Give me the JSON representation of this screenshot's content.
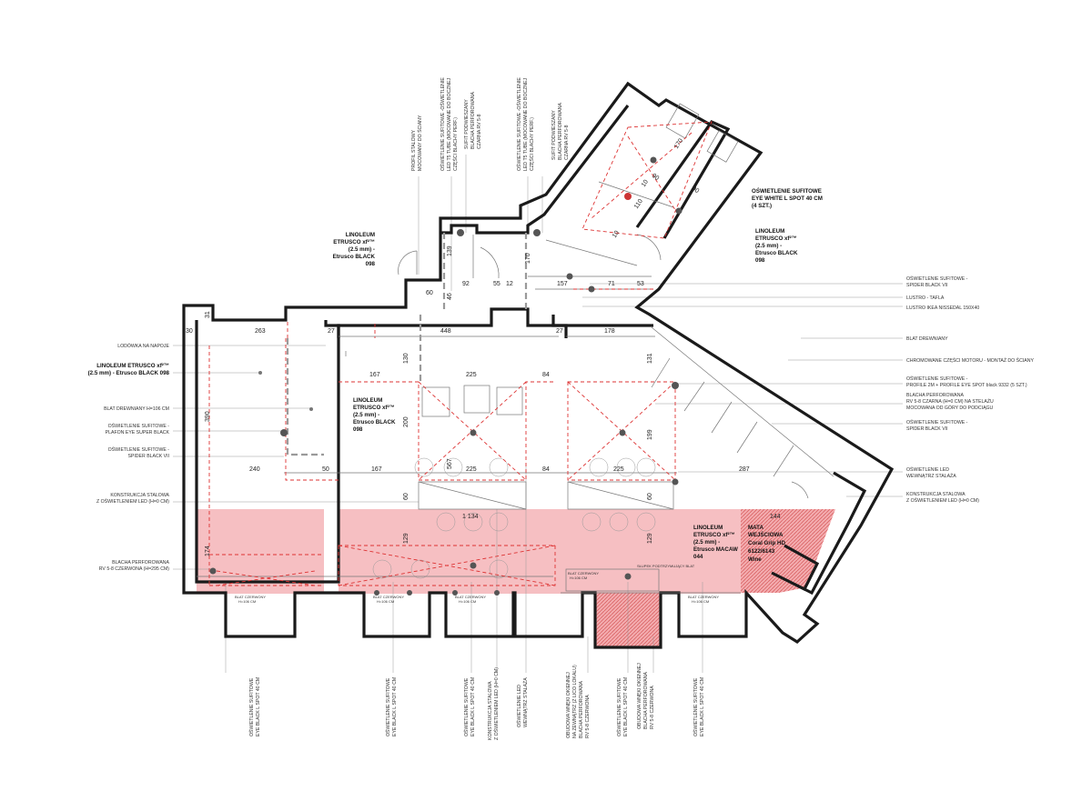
{
  "colors": {
    "accent_pink": "#f4b4b7",
    "accent_red": "#d33333",
    "wall": "#1a1a1a"
  },
  "floor_labels": {
    "linoleum_top_left": [
      "LINOLEUM",
      "ETRUSCO xf²™",
      "(2.5 mm) -",
      "Etrusco BLACK",
      "098"
    ],
    "linoleum_top_right": [
      "LINOLEUM",
      "ETRUSCO xf²™",
      "(2.5 mm) -",
      "Etrusco BLACK",
      "098"
    ],
    "linoleum_center": [
      "LINOLEUM",
      "ETRUSCO xf²™",
      "(2.5 mm) -",
      "Etrusco BLACK",
      "098"
    ],
    "linoleum_macaw": [
      "LINOLEUM",
      "ETRUSCO xf²™",
      "(2.5 mm) -",
      "Etrusco MACAW",
      "044"
    ],
    "mata": [
      "MATA",
      "WEJŚCIOWA",
      "Coral Grip HD",
      "6122/6143",
      "Wine"
    ]
  },
  "spot_label": [
    "OŚWIETLENIE SUFITOWE",
    "EYE WHITE L SPOT 40 CM",
    "(4 SZT.)"
  ],
  "left_labels": [
    {
      "id": "lodowka",
      "lines": [
        "LODÓWKA NA NAPOJE"
      ]
    },
    {
      "id": "linoleum-left",
      "lines": [
        "LINOLEUM ETRUSCO xf²™",
        "(2.5 mm) - Etrusco BLACK 098"
      ]
    },
    {
      "id": "blat",
      "lines": [
        "BLAT DREWNIANY H=106 CM"
      ]
    },
    {
      "id": "plafon",
      "lines": [
        "OŚWIETLENIE SUFITOWE -",
        "PLAFON EYE SUPER BLACK"
      ]
    },
    {
      "id": "spider-left",
      "lines": [
        "OŚWIETLENIE SUFITOWE -",
        "SPIDER BLACK VII"
      ]
    },
    {
      "id": "konstrukcja-left",
      "lines": [
        "KONSTRUKCJA STALOWA",
        "Z OŚWIETLENIEM LED (H=0 CM)"
      ]
    },
    {
      "id": "blacha-left",
      "lines": [
        "BLACHA PERFOROWANA",
        "RV 5-8 CZERWONA (H=295 CM)"
      ]
    }
  ],
  "right_labels": [
    {
      "id": "spider-top",
      "lines": [
        "OŚWIETLENIE SUFITOWE -",
        "SPIDER BLACK VII"
      ]
    },
    {
      "id": "lustro-tafla",
      "lines": [
        "LUSTRO - TAFLA"
      ]
    },
    {
      "id": "lustro-ikea",
      "lines": [
        "LUSTRO IKEA NISSEDAL 150X40"
      ]
    },
    {
      "id": "blat-drewniany",
      "lines": [
        "BLAT DREWNIANY"
      ]
    },
    {
      "id": "chrom",
      "lines": [
        "CHROMOWANE CZĘŚCI MOTORU - MONTAŻ DO ŚCIANY"
      ]
    },
    {
      "id": "profile",
      "lines": [
        "OŚWIETLENIE SUFITOWE -",
        "PROFILE 2M + PROFILE EYE SPOT black 9332 (5 SZT.)"
      ]
    },
    {
      "id": "blacha-right",
      "lines": [
        "BLACHA PERFOROWANA",
        "RV 5-8 CZARNA (H=0 CM) NA STELAŻU",
        "MOCOWANA OD GÓRY DO PODCIĄGU"
      ]
    },
    {
      "id": "spider-right",
      "lines": [
        "OŚWIETLENIE SUFITOWE -",
        "SPIDER BLACK VII"
      ]
    },
    {
      "id": "led-right",
      "lines": [
        "OŚWIETLENIE LED",
        "WEWNĄTRZ STALAŻA"
      ]
    },
    {
      "id": "konstrukcja-right",
      "lines": [
        "KONSTRUKCJA STALOWA",
        "Z OŚWIETLENIEM LED (H=0 CM)"
      ]
    }
  ],
  "top_vertical_labels": [
    {
      "id": "profil-stalowy",
      "lines": [
        "PROFIL STALOWY",
        "MOCOWANY DO ŚCIANY"
      ]
    },
    {
      "id": "led-tube-1",
      "lines": [
        "OŚWIETLENIE SUFITOWE -OŚWIETLENIE",
        "LED T5 TUBE (MOCOWANE DO BOCZNEJ",
        "CZĘŚCI BLACHY PERF.)"
      ]
    },
    {
      "id": "sufit-1",
      "lines": [
        "SUFIT PODWIESZANY",
        "BLACHA PERFOROWANA",
        "CZARNA RV 5-8"
      ]
    },
    {
      "id": "led-tube-2",
      "lines": [
        "OŚWIETLENIE SUFITOWE -OŚWIETLENIE",
        "LED T5 TUBE (MOCOWANE DO BOCZNEJ",
        "CZĘŚCI BLACHY PERF.)"
      ]
    },
    {
      "id": "sufit-2",
      "lines": [
        "SUFIT PODWIESZANY",
        "BLACHA PERFOROWANA",
        "CZARNA RV 5-8"
      ]
    }
  ],
  "bottom_vertical_labels": [
    {
      "id": "b1",
      "lines": [
        "OŚWIETLENIE SUFITOWE",
        "EYE BLACK L SPOT 40 CM"
      ]
    },
    {
      "id": "b2",
      "lines": [
        "OŚWIETLENIE SUFITOWE",
        "EYE BLACK L SPOT 40 CM"
      ]
    },
    {
      "id": "b3",
      "lines": [
        "OŚWIETLENIE SUFITOWE",
        "EYE BLACK L SPOT 40 CM"
      ]
    },
    {
      "id": "b4",
      "lines": [
        "KONSTRUKCJA STALOWA",
        "Z OŚWIETLENIEM LED (H=0 CM)"
      ]
    },
    {
      "id": "b5",
      "lines": [
        "OŚWIETLENIE LED",
        "WEWNĄTRZ STALAŻA"
      ]
    },
    {
      "id": "b6",
      "lines": [
        "OBUDOWA WNĘKI OKIENNEJ",
        "NA ZEWNĄTRZ (Z LICO LOKALU)",
        "BLACHA PERFOROWANA",
        "RV 5-8 CZERWONA"
      ]
    },
    {
      "id": "b7",
      "lines": [
        "OŚWIETLENIE SUFITOWE",
        "EYE BLACK L SPOT 40 CM"
      ]
    },
    {
      "id": "b8",
      "lines": [
        "OBUDOWA WNĘKI OKIENNEJ",
        "BLACHA PERFOROWANA",
        "RV 5-8 CZERWONA"
      ]
    },
    {
      "id": "b9",
      "lines": [
        "OŚWIETLENIE SUFITOWE",
        "EYE BLACK L SPOT 40 CM"
      ]
    }
  ],
  "small_labels": {
    "blat_czerwony": "BLAT CZERWONY",
    "h106": "H=106 CM",
    "slupek": "SŁUPEK PODTRZYMUJĄCY BLAT"
  },
  "dimensions": [
    {
      "id": "d30",
      "text": "30"
    },
    {
      "id": "d263",
      "text": "263"
    },
    {
      "id": "d27a",
      "text": "27"
    },
    {
      "id": "d448",
      "text": "448"
    },
    {
      "id": "d27b",
      "text": "27"
    },
    {
      "id": "d178",
      "text": "178"
    },
    {
      "id": "d31",
      "text": "31"
    },
    {
      "id": "d130",
      "text": "130"
    },
    {
      "id": "d131",
      "text": "131"
    },
    {
      "id": "d167a",
      "text": "167"
    },
    {
      "id": "d225a",
      "text": "225"
    },
    {
      "id": "d84a",
      "text": "84"
    },
    {
      "id": "d390",
      "text": "390"
    },
    {
      "id": "d200",
      "text": "200"
    },
    {
      "id": "d199",
      "text": "199"
    },
    {
      "id": "d240",
      "text": "240"
    },
    {
      "id": "d50",
      "text": "50"
    },
    {
      "id": "d167b",
      "text": "167"
    },
    {
      "id": "d225b",
      "text": "225"
    },
    {
      "id": "d84b",
      "text": "84"
    },
    {
      "id": "d225c",
      "text": "225"
    },
    {
      "id": "d287",
      "text": "287"
    },
    {
      "id": "d567",
      "text": "567"
    },
    {
      "id": "d60a",
      "text": "60"
    },
    {
      "id": "d60b",
      "text": "60"
    },
    {
      "id": "d1134",
      "text": "1 134"
    },
    {
      "id": "d144",
      "text": "144"
    },
    {
      "id": "d174",
      "text": "174"
    },
    {
      "id": "d129a",
      "text": "129"
    },
    {
      "id": "d129b",
      "text": "129"
    },
    {
      "id": "d139",
      "text": "139"
    },
    {
      "id": "d60c",
      "text": "60"
    },
    {
      "id": "d46",
      "text": "46"
    },
    {
      "id": "d92",
      "text": "92"
    },
    {
      "id": "d55",
      "text": "55"
    },
    {
      "id": "d12",
      "text": "12"
    },
    {
      "id": "d170a",
      "text": "170"
    },
    {
      "id": "d157",
      "text": "157"
    },
    {
      "id": "d71",
      "text": "71"
    },
    {
      "id": "d53",
      "text": "53"
    },
    {
      "id": "d90a",
      "text": "90"
    },
    {
      "id": "d90b",
      "text": "90"
    },
    {
      "id": "d10",
      "text": "10"
    },
    {
      "id": "d110",
      "text": "110"
    },
    {
      "id": "d170b",
      "text": "170"
    },
    {
      "id": "d10b",
      "text": "10"
    }
  ]
}
